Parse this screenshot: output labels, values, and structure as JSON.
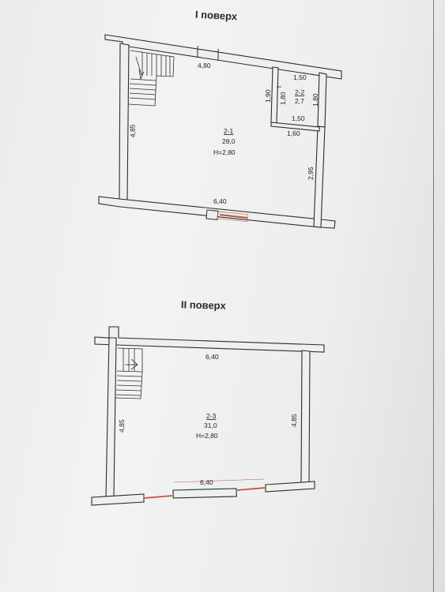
{
  "floor1": {
    "title": "I поверх",
    "dims": {
      "top": "4,80",
      "bottom": "6,40",
      "left": "4,85",
      "right": "2,95",
      "small_top": "1,50",
      "small_bottom": "1,50",
      "small_left_a": "1,90",
      "small_left_b": "1,80",
      "small_right": "1,80",
      "ledge": "1,60"
    },
    "room_main": {
      "id": "2-1",
      "area": "28,0",
      "height": "H=2,80"
    },
    "room_small": {
      "id": "2-2",
      "area": "2,7"
    }
  },
  "floor2": {
    "title": "II поверх",
    "dims": {
      "top": "6,40",
      "bottom": "6,40",
      "left": "4,85",
      "right": "4,85"
    },
    "room": {
      "id": "2-3",
      "area": "31,0",
      "height": "H=2,80"
    }
  },
  "colors": {
    "wall": "#2b2d2c",
    "window": "#c0533a"
  }
}
